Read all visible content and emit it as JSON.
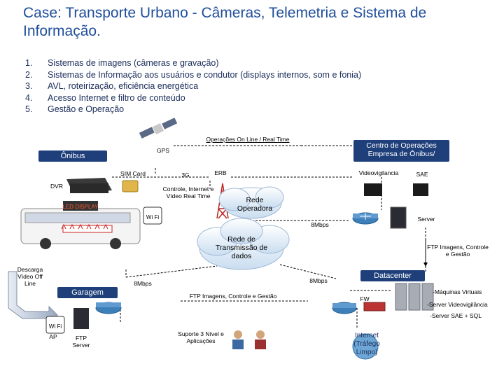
{
  "title": "Case: Transporte Urbano - Câmeras, Telemetria e Sistema de Informação.",
  "list": [
    {
      "num": "1.",
      "text": "Sistemas de imagens (câmeras e gravação)"
    },
    {
      "num": "2.",
      "text": "Sistemas de Informação aos usuários e condutor (displays internos, som e fonia)"
    },
    {
      "num": "3.",
      "text": "AVL, roteirização, eficiência energética"
    },
    {
      "num": "4.",
      "text": "Acesso Internet e filtro de conteúdo"
    },
    {
      "num": "5.",
      "text": "Gestão e Operação"
    }
  ],
  "diagram": {
    "ops_online": "Operações On Line / Real Time",
    "gps": "GPS",
    "onibus": "Ônibus",
    "centro_ops": "Centro de Operações Empresa de Ônibus/",
    "sim_card": "SIM Card",
    "g3": "3G",
    "erb": "ERB",
    "dvr": "DVR",
    "controle_internet": "Controle, Internet e Vídeo Real Time",
    "led_display": "LED DISPLAY",
    "rede_operadora": "Rede Operadora",
    "videovigilancia": "Videovigilancia",
    "sae": "SAE",
    "server": "Server",
    "mbps_1": "8Mbps",
    "rede_transmissao": "Rede de Transmissão de dados",
    "ftp_imagens_right": "FTP Imagens, Controle e Gestão",
    "descarga": "Descarga Vídeo Off Line",
    "datacenter": "Datacenter",
    "mbps_2": "8Mbps",
    "mbps_3": "8Mbps",
    "garagem": "Garagem",
    "ftp_imagens_center": "FTP Imagens, Controle e Gestão",
    "maquinas_virtuais": "-Máquinas Virtuais",
    "fw": "FW",
    "server_video": "-Server Videovigilância",
    "server_sae": "-Server SAE + SQL",
    "ap": "AP",
    "ftp_server": "FTP Server",
    "suporte": "Suporte 3 Nível e Aplicações",
    "internet": "Internet (Tráfego Limpo)",
    "wifi_label": "Wi Fi"
  }
}
